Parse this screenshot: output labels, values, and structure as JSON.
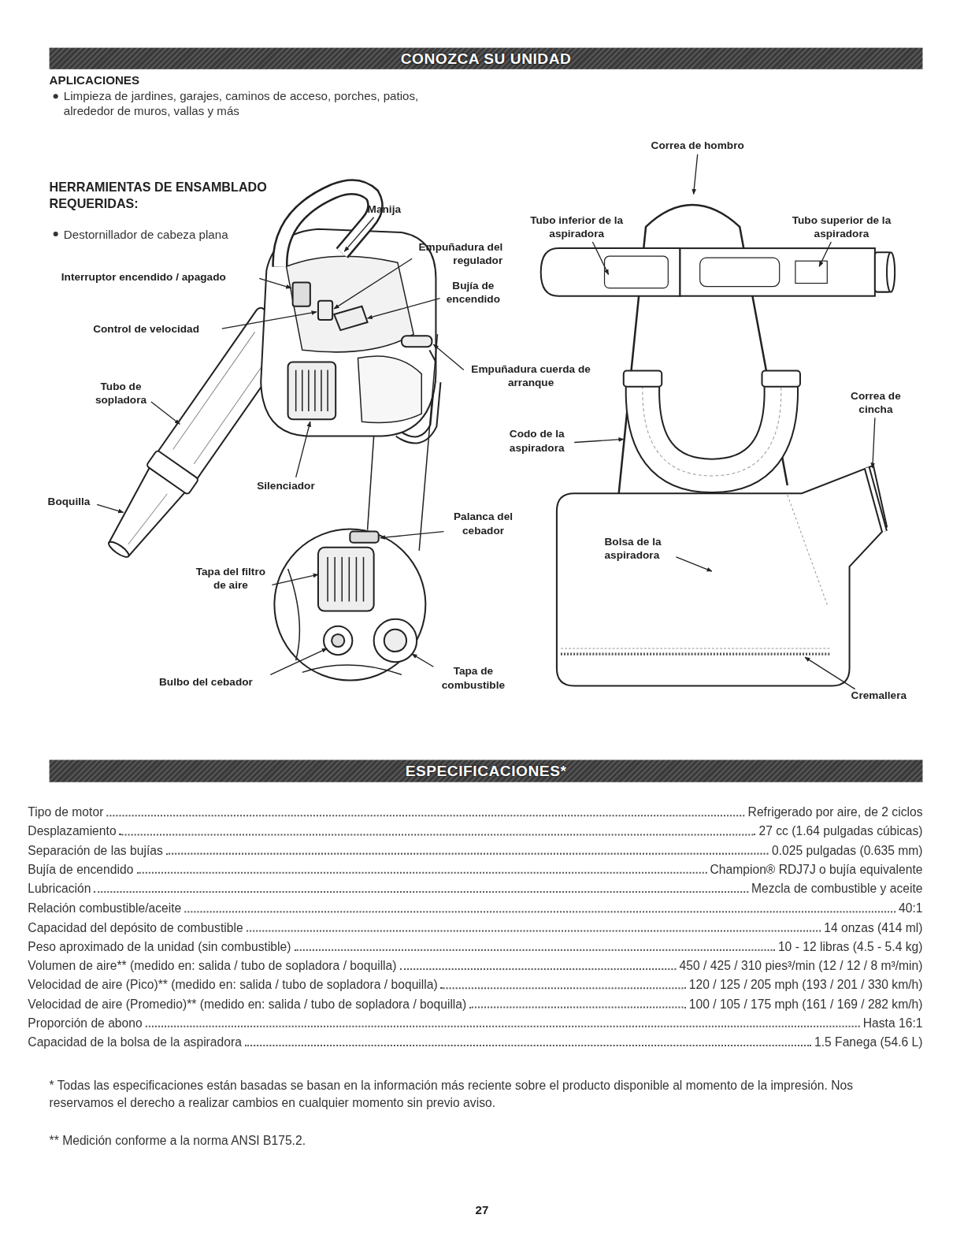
{
  "diagram": {
    "nodes": [
      {
        "text": [
          "CONOZCA SU UNIDAD"
        ]
      },
      {
        "text": [
          "ESPECIFICACIONES*"
        ]
      }
    ],
    "labels": [
      "APLICACIONES",
      "Limpieza de jardines, garajes, caminos de acceso, porches, patios, alrededor de muros, vallas y más",
      "HERRAMIENTAS DE ENSAMBLADO REQUERIDAS:",
      "Destornillador de cabeza plana",
      "Manija",
      "Empuñadura del regulador",
      "Bujía de encendido",
      "Interruptor encendido / apagado",
      "Control de velocidad",
      "Empuñadura cuerda de arranque",
      "Tubo de sopladora",
      "Silenciador",
      "Boquilla",
      "Palanca del cebador",
      "Tapa del filtro de aire",
      "Bulbo del cebador",
      "Tapa de combustible",
      "Correa de hombro",
      "Tubo inferior de la aspiradora",
      "Tubo superior de la aspiradora",
      "Correa de cincha",
      "Codo de la aspiradora",
      "Bolsa de la aspiradora",
      "Cremallera",
      "Tipo de motor",
      "Refrigerado por aire, de 2 ciclos",
      "Desplazamiento",
      "27 cc (1.64 pulgadas cúbicas)",
      "Separación de las bujías",
      "0.025 pulgadas (0.635 mm)",
      "Bujía de encendido",
      "Champion® RDJ7J o bujía equivalente",
      "Lubricación",
      "Mezcla de combustible y aceite",
      "Relación combustible/aceite",
      "40:1",
      "Capacidad del depósito de combustible",
      "14 onzas (414 ml)",
      "Peso aproximado de la unidad (sin combustible)",
      "10 - 12 libras (4.5 - 5.4 kg)",
      "Volumen de aire** (medido en: salida / tubo de sopladora / boquilla)",
      "450 / 425 / 310 pies³/min (12 / 12 / 8 m³/min)",
      "Velocidad de aire (Pico)** (medido en: salida / tubo de sopladora / boquilla)",
      "120 / 125 / 205 mph (193 / 201 / 330 km/h)",
      "Velocidad de aire (Promedio)** (medido en: salida / tubo de sopladora / boquilla)",
      "100 / 105 / 175 mph (161 / 169 / 282 km/h)",
      "Proporción de abono",
      "Hasta 16:1",
      "Capacidad de la bolsa de la aspiradora",
      "1.5 Fanega (54.6 L)",
      "* Todas las especificaciones están basadas se basan en la información más reciente sobre el producto disponible al momento de la impresión. Nos reservamos el derecho a realizar cambios en cualquier momento sin previo aviso.",
      "** Medición conforme a la norma ANSI B175.2.",
      "27"
    ]
  }
}
